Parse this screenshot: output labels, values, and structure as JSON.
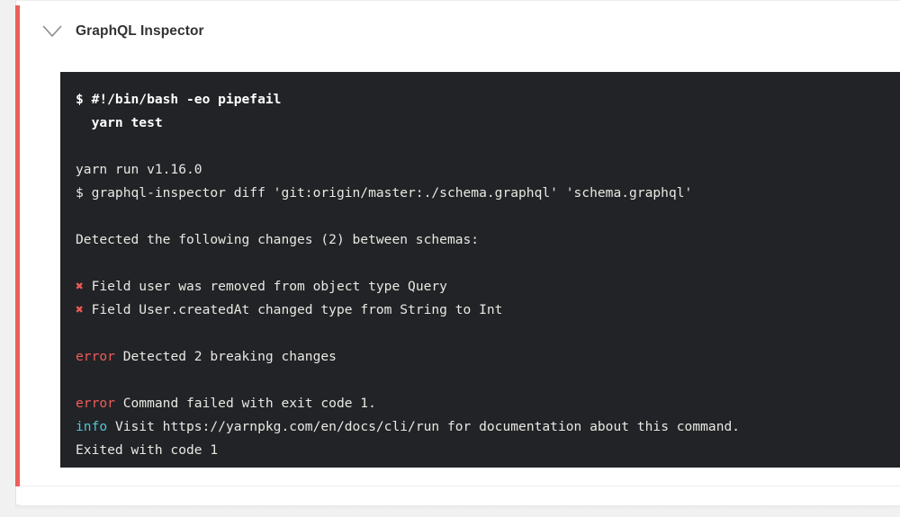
{
  "step": {
    "title": "GraphQL Inspector",
    "collapse_icon": "chevron-down-icon",
    "status_color": "#ec5f5b"
  },
  "terminal": {
    "background_color": "#222326",
    "text_color": "#e8e8e3",
    "error_color": "#f05b5b",
    "info_color": "#4fc7d4",
    "marker_color": "#ef5a55",
    "lines": [
      {
        "type": "command",
        "text": "$ #!/bin/bash -eo pipefail"
      },
      {
        "type": "command",
        "text": "  yarn test"
      },
      {
        "type": "blank",
        "text": ""
      },
      {
        "type": "plain",
        "text": "yarn run v1.16.0"
      },
      {
        "type": "plain",
        "text": "$ graphql-inspector diff 'git:origin/master:./schema.graphql' 'schema.graphql'"
      },
      {
        "type": "blank",
        "text": ""
      },
      {
        "type": "plain",
        "text": "Detected the following changes (2) between schemas:"
      },
      {
        "type": "blank",
        "text": ""
      },
      {
        "type": "marker",
        "marker": "✖",
        "text": " Field user was removed from object type Query"
      },
      {
        "type": "marker",
        "marker": "✖",
        "text": " Field User.createdAt changed type from String to Int"
      },
      {
        "type": "blank",
        "text": ""
      },
      {
        "type": "error",
        "label": "error",
        "text": " Detected 2 breaking changes"
      },
      {
        "type": "blank",
        "text": ""
      },
      {
        "type": "error",
        "label": "error",
        "text": " Command failed with exit code 1."
      },
      {
        "type": "info",
        "label": "info",
        "text": " Visit https://yarnpkg.com/en/docs/cli/run for documentation about this command."
      },
      {
        "type": "plain",
        "text": "Exited with code 1"
      }
    ]
  }
}
